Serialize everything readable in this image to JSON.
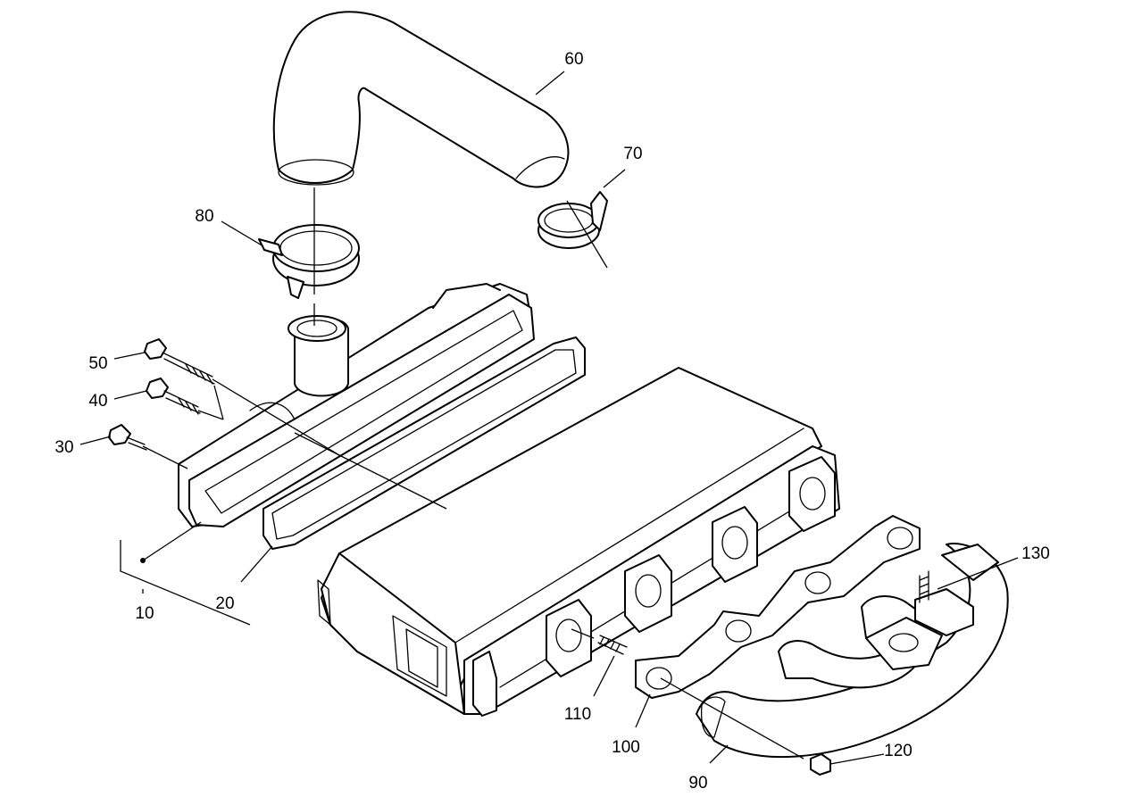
{
  "diagram": {
    "callouts": {
      "c10": "10",
      "c20": "20",
      "c30": "30",
      "c40": "40",
      "c50": "50",
      "c60": "60",
      "c70": "70",
      "c80": "80",
      "c90": "90",
      "c100": "100",
      "c110": "110",
      "c120": "120",
      "c130": "130"
    },
    "colors": {
      "line": "#000000",
      "background": "#ffffff"
    }
  }
}
